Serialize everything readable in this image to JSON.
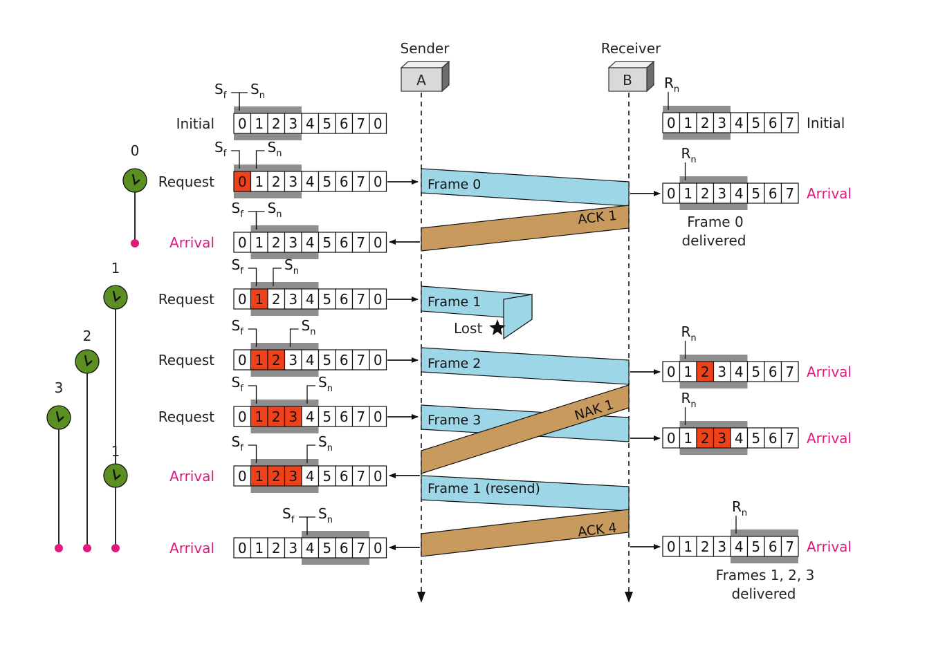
{
  "header": {
    "sender_title": "Sender",
    "receiver_title": "Receiver",
    "sender_node": "A",
    "receiver_node": "B"
  },
  "labels": {
    "sf_main": "S",
    "sf_sub": "f",
    "sn_main": "S",
    "sn_sub": "n",
    "rn_main": "R",
    "rn_sub": "n"
  },
  "sender_windows": [
    {
      "event": "Initial",
      "cells": [
        "0",
        "1",
        "2",
        "3",
        "4",
        "5",
        "6",
        "7",
        "0"
      ],
      "highlighted": [],
      "window": [
        0,
        3
      ],
      "sf": 0,
      "sn": 0
    },
    {
      "event": "Request",
      "cells": [
        "0",
        "1",
        "2",
        "3",
        "4",
        "5",
        "6",
        "7",
        "0"
      ],
      "highlighted": [
        0
      ],
      "window": [
        0,
        3
      ],
      "sf": 0,
      "sn": 1
    },
    {
      "event": "Arrival",
      "cells": [
        "0",
        "1",
        "2",
        "3",
        "4",
        "5",
        "6",
        "7",
        "0"
      ],
      "highlighted": [],
      "window": [
        1,
        4
      ],
      "sf": 1,
      "sn": 1
    },
    {
      "event": "Request",
      "cells": [
        "0",
        "1",
        "2",
        "3",
        "4",
        "5",
        "6",
        "7",
        "0"
      ],
      "highlighted": [
        1
      ],
      "window": [
        1,
        4
      ],
      "sf": 1,
      "sn": 2
    },
    {
      "event": "Request",
      "cells": [
        "0",
        "1",
        "2",
        "3",
        "4",
        "5",
        "6",
        "7",
        "0"
      ],
      "highlighted": [
        1,
        2
      ],
      "window": [
        1,
        4
      ],
      "sf": 1,
      "sn": 3
    },
    {
      "event": "Request",
      "cells": [
        "0",
        "1",
        "2",
        "3",
        "4",
        "5",
        "6",
        "7",
        "0"
      ],
      "highlighted": [
        1,
        2,
        3
      ],
      "window": [
        1,
        4
      ],
      "sf": 1,
      "sn": 4
    },
    {
      "event": "Arrival",
      "cells": [
        "0",
        "1",
        "2",
        "3",
        "4",
        "5",
        "6",
        "7",
        "0"
      ],
      "highlighted": [
        1,
        2,
        3
      ],
      "window": [
        1,
        4
      ],
      "sf": 1,
      "sn": 4
    },
    {
      "event": "Arrival",
      "cells": [
        "0",
        "1",
        "2",
        "3",
        "4",
        "5",
        "6",
        "7",
        "0"
      ],
      "highlighted": [],
      "window": [
        4,
        7
      ],
      "sf": 4,
      "sn": 4
    }
  ],
  "receiver_windows": [
    {
      "event": "Initial",
      "cells": [
        "0",
        "1",
        "2",
        "3",
        "4",
        "5",
        "6",
        "7"
      ],
      "highlighted": [],
      "window": [
        0,
        3
      ],
      "rn": 0
    },
    {
      "event": "Arrival",
      "cells": [
        "0",
        "1",
        "2",
        "3",
        "4",
        "5",
        "6",
        "7"
      ],
      "highlighted": [],
      "window": [
        1,
        4
      ],
      "rn": 1,
      "note": [
        "Frame 0",
        "delivered"
      ]
    },
    {
      "event": "Arrival",
      "cells": [
        "0",
        "1",
        "2",
        "3",
        "4",
        "5",
        "6",
        "7"
      ],
      "highlighted": [
        2
      ],
      "window": [
        1,
        4
      ],
      "rn": 1
    },
    {
      "event": "Arrival",
      "cells": [
        "0",
        "1",
        "2",
        "3",
        "4",
        "5",
        "6",
        "7"
      ],
      "highlighted": [
        2,
        3
      ],
      "window": [
        1,
        4
      ],
      "rn": 1
    },
    {
      "event": "Arrival",
      "cells": [
        "0",
        "1",
        "2",
        "3",
        "4",
        "5",
        "6",
        "7"
      ],
      "highlighted": [],
      "window": [
        4,
        7
      ],
      "rn": 4,
      "note": [
        "Frames 1, 2, 3",
        "delivered"
      ]
    }
  ],
  "messages": [
    {
      "label": "Frame 0",
      "kind": "frame"
    },
    {
      "label": "ACK 1",
      "kind": "ack"
    },
    {
      "label": "Frame 1",
      "kind": "frame-lost"
    },
    {
      "label": "Lost",
      "kind": "note"
    },
    {
      "label": "Frame 2",
      "kind": "frame"
    },
    {
      "label": "NAK 1",
      "kind": "ack"
    },
    {
      "label": "Frame 3",
      "kind": "frame"
    },
    {
      "label": "Frame 1 (resend)",
      "kind": "frame"
    },
    {
      "label": "ACK 4",
      "kind": "ack"
    }
  ],
  "timers": [
    {
      "label": "0"
    },
    {
      "label": "1"
    },
    {
      "label": "2"
    },
    {
      "label": "3"
    },
    {
      "label": "1"
    }
  ],
  "colors": {
    "frame": "#9dd6e6",
    "ack": "#c99a5e",
    "highlight": "#f0421a",
    "window": "#8e8e8e",
    "timer": "#5b8f22",
    "arrival": "#e0197d"
  }
}
